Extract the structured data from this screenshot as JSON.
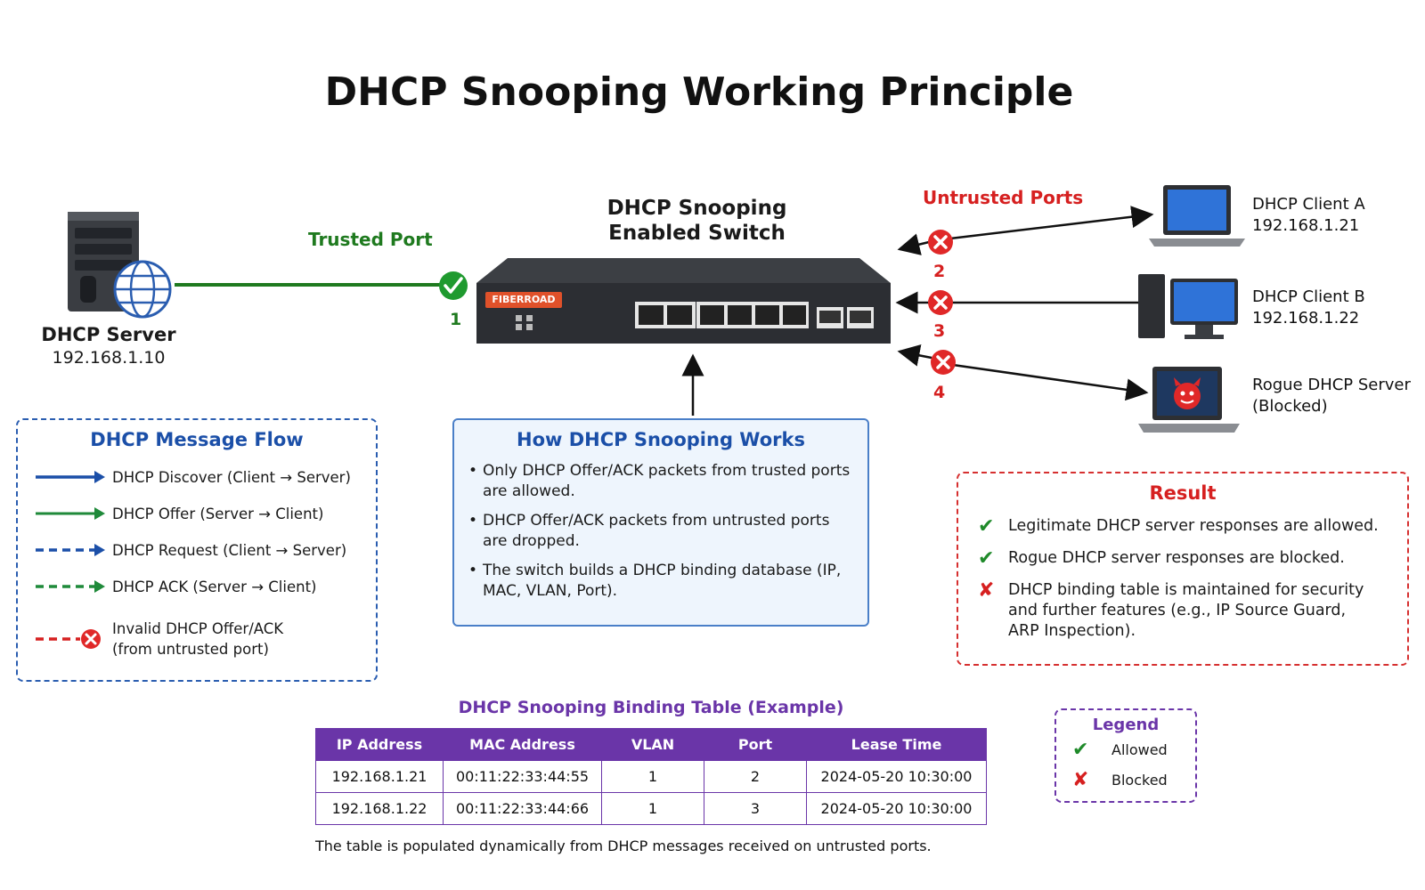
{
  "title": "DHCP Snooping Working Principle",
  "colors": {
    "trusted": "#1f7a1f",
    "untrusted": "#d62020",
    "flow_blue": "#1b4fa8",
    "flow_green": "#1f8a3a",
    "table_purple": "#6a35a8"
  },
  "server": {
    "name": "DHCP Server",
    "ip": "192.168.1.10",
    "icon": "server-globe-icon"
  },
  "switch": {
    "title": "DHCP Snooping\nEnabled Switch",
    "brand": "FIBERROAD"
  },
  "trusted_port": {
    "label": "Trusted Port",
    "number": "1",
    "status": "allowed"
  },
  "untrusted_ports": {
    "label": "Untrusted Ports",
    "ports": [
      {
        "number": "2",
        "status": "blocked"
      },
      {
        "number": "3",
        "status": "blocked"
      },
      {
        "number": "4",
        "status": "blocked"
      }
    ]
  },
  "clients": [
    {
      "name": "DHCP Client A",
      "detail": "192.168.1.21",
      "icon": "laptop-icon"
    },
    {
      "name": "DHCP Client B",
      "detail": "192.168.1.22",
      "icon": "desktop-computer-icon"
    },
    {
      "name": "Rogue DHCP Server",
      "detail": "(Blocked)",
      "icon": "rogue-laptop-devil-icon"
    }
  ],
  "message_flow": {
    "title": "DHCP Message Flow",
    "items": [
      {
        "label": "DHCP Discover (Client → Server)",
        "style": "solid-blue"
      },
      {
        "label": "DHCP Offer (Server → Client)",
        "style": "solid-green"
      },
      {
        "label": "DHCP Request (Client → Server)",
        "style": "dashed-blue"
      },
      {
        "label": "DHCP ACK (Server → Client)",
        "style": "dashed-green"
      },
      {
        "label": "Invalid DHCP Offer/ACK\n(from untrusted port)",
        "style": "dashed-red-x"
      }
    ]
  },
  "how_it_works": {
    "title": "How DHCP Snooping Works",
    "bullets": [
      "Only DHCP Offer/ACK packets from trusted ports are allowed.",
      "DHCP Offer/ACK packets from untrusted ports are dropped.",
      "The switch builds a DHCP binding database (IP, MAC, VLAN, Port)."
    ]
  },
  "result": {
    "title": "Result",
    "items": [
      {
        "mark": "check",
        "text": "Legitimate DHCP server responses are allowed."
      },
      {
        "mark": "check",
        "text": "Rogue DHCP server responses are blocked."
      },
      {
        "mark": "cross",
        "text": "DHCP binding table is maintained for security and further features (e.g., IP Source Guard, ARP Inspection)."
      }
    ]
  },
  "binding_table": {
    "title": "DHCP Snooping Binding Table (Example)",
    "columns": [
      "IP Address",
      "MAC Address",
      "VLAN",
      "Port",
      "Lease Time"
    ],
    "rows": [
      [
        "192.168.1.21",
        "00:11:22:33:44:55",
        "1",
        "2",
        "2024-05-20 10:30:00"
      ],
      [
        "192.168.1.22",
        "00:11:22:33:44:66",
        "1",
        "3",
        "2024-05-20 10:30:00"
      ]
    ],
    "note": "The table is populated dynamically from DHCP messages received on untrusted ports."
  },
  "legend": {
    "title": "Legend",
    "allowed": "Allowed",
    "blocked": "Blocked"
  }
}
